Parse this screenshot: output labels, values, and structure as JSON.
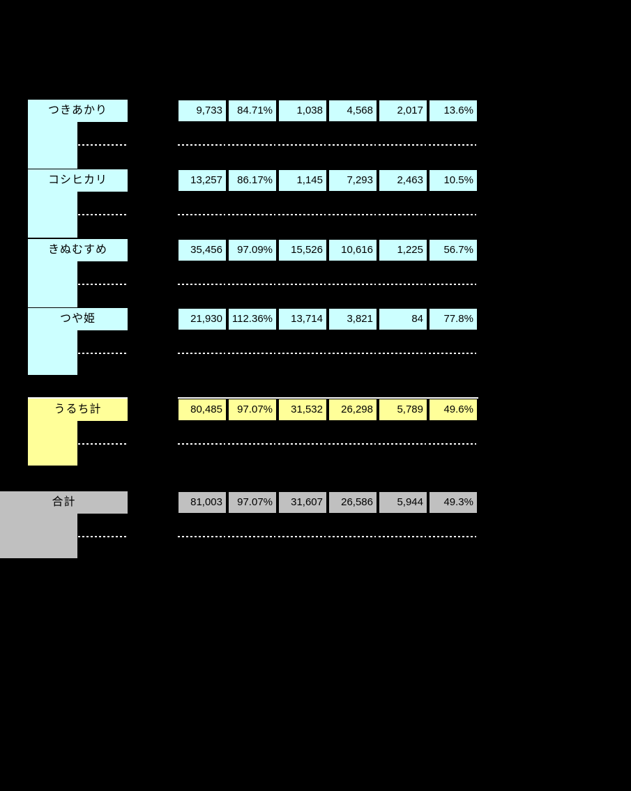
{
  "colors": {
    "background": "#000000",
    "variety_fill": "#CCFFFF",
    "subtotal_fill": "#FFFF99",
    "total_fill": "#C0C0C0",
    "divider_line": "#FFFFFF",
    "cell_text": "#000000"
  },
  "table": {
    "rows": [
      {
        "label": "つきあかり",
        "type": "variety",
        "values": [
          "9,733",
          "84.71%",
          "1,038",
          "4,568",
          "2,017",
          "13.6%"
        ]
      },
      {
        "label": "コシヒカリ",
        "type": "variety",
        "values": [
          "13,257",
          "86.17%",
          "1,145",
          "7,293",
          "2,463",
          "10.5%"
        ]
      },
      {
        "label": "きぬむすめ",
        "type": "variety",
        "values": [
          "35,456",
          "97.09%",
          "15,526",
          "10,616",
          "1,225",
          "56.7%"
        ]
      },
      {
        "label": "つや姫",
        "type": "variety",
        "values": [
          "21,930",
          "112.36%",
          "13,714",
          "3,821",
          "84",
          "77.8%"
        ]
      },
      {
        "label": "うるち計",
        "type": "subtotal",
        "values": [
          "80,485",
          "97.07%",
          "31,532",
          "26,298",
          "5,789",
          "49.6%"
        ]
      },
      {
        "label": "合計",
        "type": "total",
        "values": [
          "81,003",
          "97.07%",
          "31,607",
          "26,586",
          "5,944",
          "49.3%"
        ]
      }
    ]
  }
}
